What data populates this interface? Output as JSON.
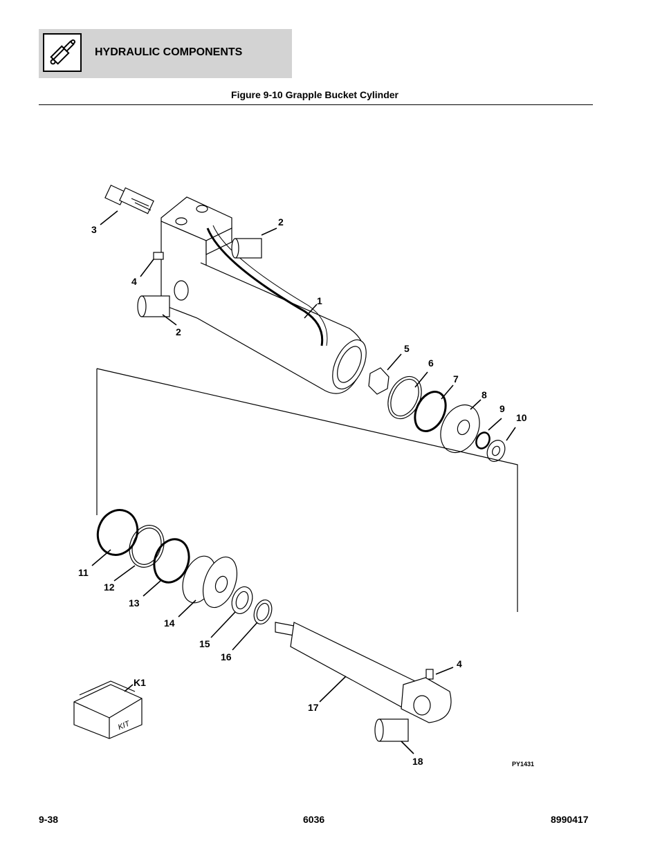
{
  "header": {
    "title": "HYDRAULIC COMPONENTS",
    "icon": "hydraulic-cylinder-icon"
  },
  "figure": {
    "title": "Figure 9-10 Grapple Bucket Cylinder",
    "ref": "PY1431",
    "kit_label": "KIT",
    "callouts": {
      "c1": "1",
      "c2a": "2",
      "c2b": "2",
      "c3": "3",
      "c4a": "4",
      "c4b": "4",
      "c5": "5",
      "c6": "6",
      "c7": "7",
      "c8": "8",
      "c9": "9",
      "c10": "10",
      "c11": "11",
      "c12": "12",
      "c13": "13",
      "c14": "14",
      "c15": "15",
      "c16": "16",
      "c17": "17",
      "c18": "18",
      "k1": "K1"
    }
  },
  "footer": {
    "page": "9-38",
    "model": "6036",
    "doc_number": "8990417"
  }
}
